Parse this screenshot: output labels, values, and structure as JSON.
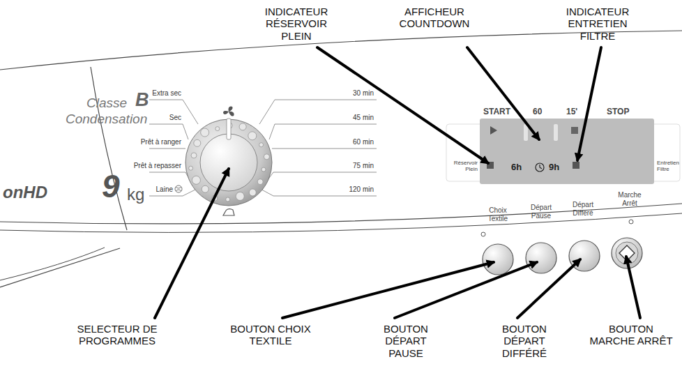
{
  "diagram": {
    "labels": [
      "INDICATEUR RÉSERVOIR PLEIN",
      "AFFICHEUR COUNTDOWN",
      "INDICATEUR ENTRETIEN FILTRE",
      "Classe",
      "B",
      "Condensation",
      "onHD",
      "9",
      "kg",
      "Extra sec",
      "Sec",
      "Prêt à ranger",
      "Prêt à repasser",
      "Laine",
      "30 min",
      "45 min",
      "60 min",
      "75 min",
      "120 min",
      "START",
      "60",
      "15'",
      "STOP",
      "Réservoir Plein",
      "6h",
      "9h",
      "Entretien Filtre",
      "Choix Textile",
      "Départ Pause",
      "Départ Différé",
      "Marche Arrêt",
      "SELECTEUR DE PROGRAMMES",
      "BOUTON CHOIX TEXTILE",
      "BOUTON DÉPART PAUSE",
      "BOUTON DÉPART DIFFÉRÉ",
      "BOUTON MARCHE ARRÊT"
    ]
  }
}
